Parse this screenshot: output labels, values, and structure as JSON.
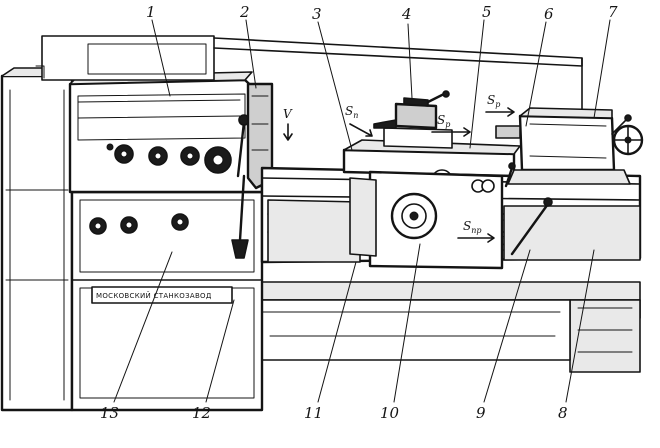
{
  "part_numbers": [
    {
      "id": "1",
      "text": "1"
    },
    {
      "id": "2",
      "text": "2"
    },
    {
      "id": "3",
      "text": "3"
    },
    {
      "id": "4",
      "text": "4"
    },
    {
      "id": "5",
      "text": "5"
    },
    {
      "id": "6",
      "text": "6"
    },
    {
      "id": "7",
      "text": "7"
    },
    {
      "id": "8",
      "text": "8"
    },
    {
      "id": "9",
      "text": "9"
    },
    {
      "id": "10",
      "text": "10"
    },
    {
      "id": "11",
      "text": "11"
    },
    {
      "id": "12",
      "text": "12"
    },
    {
      "id": "13",
      "text": "13"
    }
  ],
  "motion_labels": {
    "spindle_speed": "V",
    "feed_cross": "S",
    "feed_cross_sub": "п",
    "feed_long_top": "S",
    "feed_long_top_sub": "р",
    "feed_right": "S",
    "feed_right_sub": "р",
    "feed_apron": "S",
    "feed_apron_sub": "пр"
  },
  "nameplate": "МОСКОВСКИЙ СТАНКОЗАВОД",
  "colors": {
    "ink": "#141414",
    "paper": "#ffffff",
    "shade": "#cfcfcf"
  }
}
